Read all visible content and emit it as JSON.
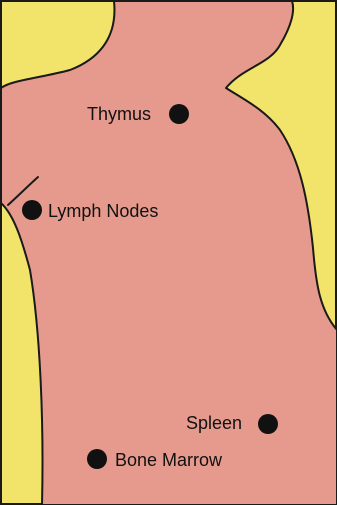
{
  "colors": {
    "background": "#F2E36A",
    "body": "#E69A8E",
    "outline": "#1A1A1A",
    "marker": "#111111"
  },
  "organs": [
    {
      "name": "thymus",
      "label": "Thymus"
    },
    {
      "name": "lymph-nodes",
      "label": "Lymph Nodes"
    },
    {
      "name": "spleen",
      "label": "Spleen"
    },
    {
      "name": "bone-marrow",
      "label": "Bone Marrow"
    }
  ]
}
